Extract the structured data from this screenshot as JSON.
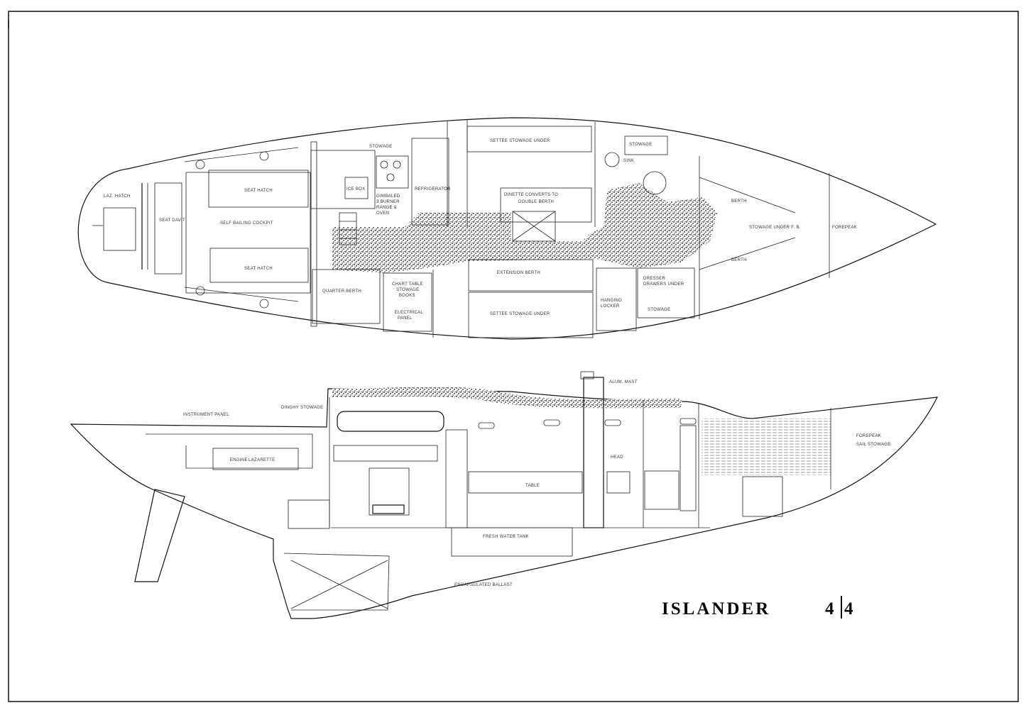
{
  "title": {
    "name": "ISLANDER",
    "model_left": "4",
    "model_right": "4"
  },
  "plan_view": {
    "labels": {
      "lazarette": "LAZ. HATCH",
      "seat_hatch_top": "SEAT HATCH",
      "seat_hatch_bottom": "SEAT HATCH",
      "self_bailing": "SELF BAILING COCKPIT",
      "seat_davit": "SEAT DAVIT",
      "stowage_top": "STOWAGE",
      "ice_box": "ICE BOX",
      "gimbaled": "GIMBALED",
      "burner": "3 BURNER",
      "range": "RANGE &",
      "oven": "OVEN",
      "refrigerator": "REFRIGERATOR",
      "settee_top": "SETTEE STOWAGE UNDER",
      "dinette": "DINETTE CONVERTS TO",
      "double_berth": "DOUBLE BERTH",
      "stowage_fwd": "STOWAGE",
      "sink": "SINK",
      "berth_top": "BERTH",
      "stowage_under": "STOWAGE UNDER F. B.",
      "forepeak": "FOREPEAK",
      "berth_bottom": "BERTH",
      "quarter_berth": "QUARTER BERTH",
      "chart_table": "CHART TABLE",
      "chart_stowage": "STOWAGE",
      "chart_books": "BOOKS",
      "electrical": "ELECTRICAL",
      "panel": "PANEL",
      "extension_berth": "EXTENSION BERTH",
      "settee_bottom": "SETTEE STOWAGE UNDER",
      "hanging_locker": "HANGING",
      "locker": "LOCKER",
      "dresser": "DRESSER",
      "drawers": "DRAWERS UNDER",
      "stowage_bottom": "STOWAGE"
    }
  },
  "profile_view": {
    "labels": {
      "alum_mast": "ALUM. MAST",
      "instrument": "INSTRUMENT PANEL",
      "dinghy": "DINGHY STOWAGE",
      "lazarette": "LAZARETTE",
      "forepeak": "FOREPEAK",
      "sail_stowage": "SAIL STOWAGE",
      "table": "TABLE",
      "engine": "ENGINE",
      "freshwater": "FRESH WATER TANK",
      "ballast": "ENCAPSULATED BALLAST",
      "head": "HEAD"
    }
  },
  "colors": {
    "ink": "#111111",
    "paper": "#ffffff",
    "stipple": "#1a1a1a"
  }
}
